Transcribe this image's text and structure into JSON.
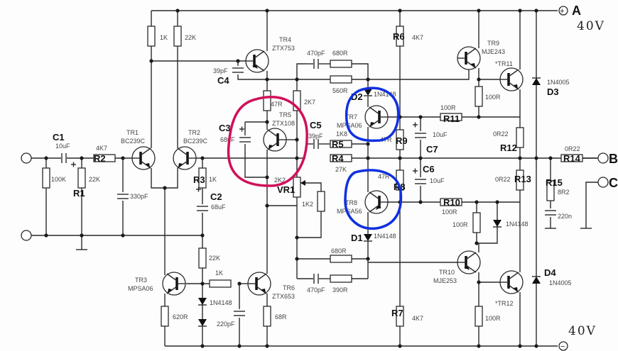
{
  "diagram": {
    "terminals": {
      "a": "A",
      "b": "B",
      "c": "C",
      "plus": "+",
      "minus": "−"
    },
    "supply": {
      "top": "40V",
      "bottom": "40V"
    },
    "refs": {
      "c1": "C1",
      "c2": "C2",
      "c3": "C3",
      "c4": "C4",
      "c5": "C5",
      "c6": "C6",
      "c7": "C7",
      "r1": "R1",
      "r2": "R2",
      "r3": "R3",
      "r4": "R4",
      "r5": "R5",
      "r6": "R6",
      "r7": "R7",
      "r8": "R8",
      "r9": "R9",
      "r10": "R10",
      "r11": "R11",
      "r12": "R12",
      "r13": "R13",
      "r14": "R14",
      "r15": "R15",
      "vr1": "VR1",
      "d1": "D1",
      "d2": "D2",
      "d3": "D3",
      "d4": "D4"
    },
    "transistors": {
      "tr1": [
        "TR1",
        "BC239C"
      ],
      "tr2": [
        "TR2",
        "BC239C"
      ],
      "tr3": [
        "TR3",
        "MPSA06"
      ],
      "tr4": [
        "TR4",
        "ZTX753"
      ],
      "tr5": [
        "TR5",
        "ZTX108"
      ],
      "tr6": [
        "TR6",
        "ZTX653"
      ],
      "tr7": [
        "TR7",
        "MPSA06"
      ],
      "tr8": [
        "TR8",
        "MPSA56"
      ],
      "tr9": [
        "TR9",
        "MJE243"
      ],
      "tr10": [
        "TR10",
        "MJE253"
      ],
      "tr11": [
        "*TR11"
      ],
      "tr12": [
        "*TR12"
      ]
    },
    "values": {
      "c1": "10uF",
      "r2": "4K7",
      "r100k": "100K",
      "r1": "22K",
      "c330": "330pF",
      "r1k_top": "1K",
      "r22k_top": "22K",
      "c4": "39pF",
      "r3": "1K",
      "c2": "68uF",
      "r22k_mid": "22K",
      "r1k_mid": "1K",
      "r620": "620R",
      "d_pair": "1N4148",
      "c220p": "220pF",
      "r68": "68R",
      "r47_top": "47R",
      "r2k7": "2K7",
      "c3": "68uF",
      "vr1": "2K2",
      "r1k2": "1K2",
      "c5": "39pF",
      "r5": "1K8",
      "r4": "27K",
      "c470_top": "470pF",
      "r680_top": "680R",
      "r560": "560R",
      "r680_bot": "680R",
      "c470_bot": "470pF",
      "r390": "390R",
      "d2": "1N4148",
      "d1": "1N4148",
      "r6": "4K7",
      "r7": "4K7",
      "r9": "47R",
      "r8": "47R",
      "c7": "10uF",
      "c6": "10uF",
      "r11": "100R",
      "r10": "100R",
      "r100_tr9": "100R",
      "r100_tr10": "100R",
      "r100_bot": "100R",
      "d_tr10": "1N4148",
      "r12": "0R22",
      "r13": "0R22",
      "r14": "0R22",
      "r15": "8R2",
      "c220n": "220n",
      "d3": "1N4005",
      "d4": "1N4005"
    },
    "colors": {
      "line": "#2a2a2a",
      "red_mark": "#d0105a",
      "blue_mark": "#1030e0"
    }
  }
}
